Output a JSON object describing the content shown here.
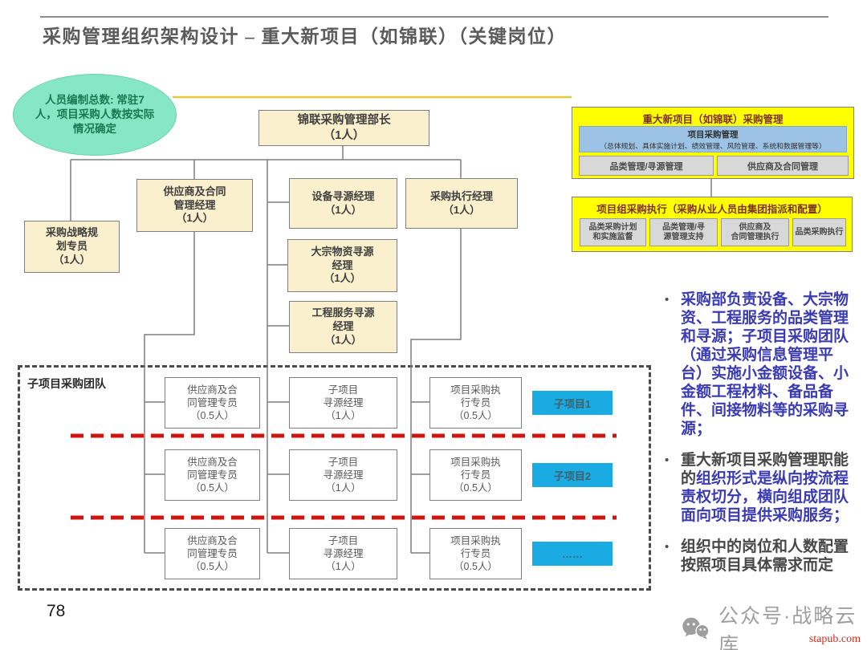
{
  "slide": {
    "title": "采购管理组织架构设计 – 重大新项目（如锦联）（关键岗位）",
    "page_number": "78",
    "wechat_label": "公众号·战略云库",
    "watermark": "stapub.com"
  },
  "callout": {
    "text": "人员编制总数: 常驻7人，项目采购人数按实际情况确定"
  },
  "org": {
    "director": {
      "title": "锦联采购管理部长",
      "count": "（1人）"
    },
    "strategy_specialist": {
      "title": "采购战略规\n划专员",
      "count": "（1人）"
    },
    "supplier_contract_manager": {
      "title": "供应商及合同\n管理经理",
      "count": "（1人）"
    },
    "equipment_sourcing_manager": {
      "title": "设备寻源经理",
      "count": "（1人）"
    },
    "procurement_execution_manager": {
      "title": "采购执行经理",
      "count": "（1人）"
    },
    "bulk_material_sourcing_manager": {
      "title": "大宗物资寻源\n经理",
      "count": "（1人）"
    },
    "engineering_sourcing_manager": {
      "title": "工程服务寻源\n经理",
      "count": "（1人）"
    }
  },
  "subteam": {
    "label": "子项目采购团队",
    "rows": [
      {
        "supplier": {
          "title": "供应商及合\n同管理专员",
          "count": "（0.5人）"
        },
        "sourcing": {
          "title": "子项目\n寻源经理",
          "count": "（1人）"
        },
        "execution": {
          "title": "项目采购执\n行专员",
          "count": "（0.5人）"
        },
        "tag": "子项目1"
      },
      {
        "supplier": {
          "title": "供应商及合\n同管理专员",
          "count": "（0.5人）"
        },
        "sourcing": {
          "title": "子项目\n寻源经理",
          "count": "（1人）"
        },
        "execution": {
          "title": "项目采购执\n行专员",
          "count": "（0.5人）"
        },
        "tag": "子项目2"
      },
      {
        "supplier": {
          "title": "供应商及合\n同管理专员",
          "count": "（0.5人）"
        },
        "sourcing": {
          "title": "子项目\n寻源经理",
          "count": "（1人）"
        },
        "execution": {
          "title": "项目采购执\n行专员",
          "count": "（0.5人）"
        },
        "tag": "……"
      }
    ]
  },
  "panels": {
    "management": {
      "title": "重大新项目（如锦联）采购管理",
      "highlight_title": "项目采购管理",
      "highlight_detail": "（总体规划、具体实施计划、绩效管理、风险管理、系统和数据管理等）",
      "items": [
        "品类管理/寻源管理",
        "供应商及合同管理"
      ]
    },
    "execution": {
      "title": "项目组采购执行（采购从业人员由集团指派和配置）",
      "items": [
        "品类采购计划\n和实施监督",
        "品类管理/寻\n源管理支持",
        "供应商及\n合同管理执行",
        "品类采购执行"
      ]
    }
  },
  "notes": [
    {
      "segments": [
        {
          "text": "采购部负责设备、大宗物资、工程服务的品类管理和寻源；子项目采购团队（通过采购信息管理平台）实施小金额设备、小金额工程材料、备品备件、间接物料等的采购寻源；",
          "color": "blue"
        }
      ]
    },
    {
      "segments": [
        {
          "text": "重大新项目采购管理职能的",
          "color": "dark"
        },
        {
          "text": "组织形式是纵向按流程责权切分，横向组成团队面向项目提供采购服务；",
          "color": "blue"
        }
      ]
    },
    {
      "segments": [
        {
          "text": "组织中的岗位和人数配置按照项目具体需求而定",
          "color": "dark"
        }
      ]
    }
  ],
  "bullet_glyph": "•",
  "colors": {
    "org_box_fill": "#FAF0CD",
    "org_box_border": "#7F7F7F",
    "panel_yellow": "#FFFF00",
    "highlight_blue": "#9CC3E5",
    "item_gray": "#D8D8D8",
    "tag_cyan": "#19ABE1",
    "red_divider": "#D0150F",
    "ellipse_green": "#86E7C6",
    "note_blue": "#3A3AB2",
    "callout_line_yellow": "#E2C83E"
  }
}
